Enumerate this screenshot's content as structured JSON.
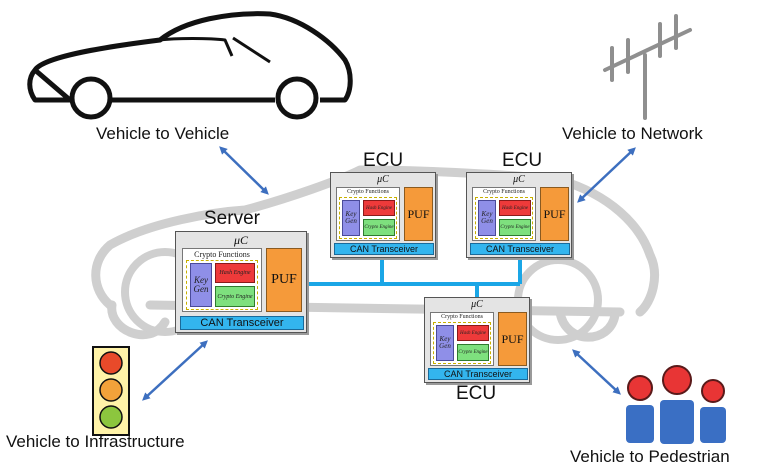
{
  "labels": {
    "v2v": "Vehicle to Vehicle",
    "v2n": "Vehicle to Network",
    "v2i": "Vehicle to Infrastructure",
    "v2p": "Vehicle to Pedestrian",
    "server": "Server",
    "ecu1": "ECU",
    "ecu2": "ECU",
    "ecu3": "ECU"
  },
  "node_text": {
    "mu_c": "μC",
    "crypto_functions": "Crypto Functions",
    "key": "Key",
    "gen": "Gen",
    "hash_engine": "Hash Engine",
    "crypto_engine": "Crypto Engine",
    "puf": "PUF",
    "can_transceiver": "CAN Transceiver"
  },
  "colors": {
    "arrow": "#3d6fbf",
    "bus": "#1aa6e6",
    "car_outline": "#cfcfcf",
    "key_gen": "#8f8fe8",
    "hash_engine": "#ee3a3a",
    "crypto_engine": "#7ee07e",
    "puf": "#f59a3a",
    "can": "#33b5ee",
    "pedestrian": "#3a6fc4",
    "pedestrian_head": "#e83535",
    "light_red": "#e84a2a",
    "light_amber": "#f2a23a",
    "light_green": "#8cc63e"
  },
  "icons": [
    "sports-car-icon",
    "antenna-icon",
    "traffic-light-icon",
    "pedestrians-icon"
  ]
}
